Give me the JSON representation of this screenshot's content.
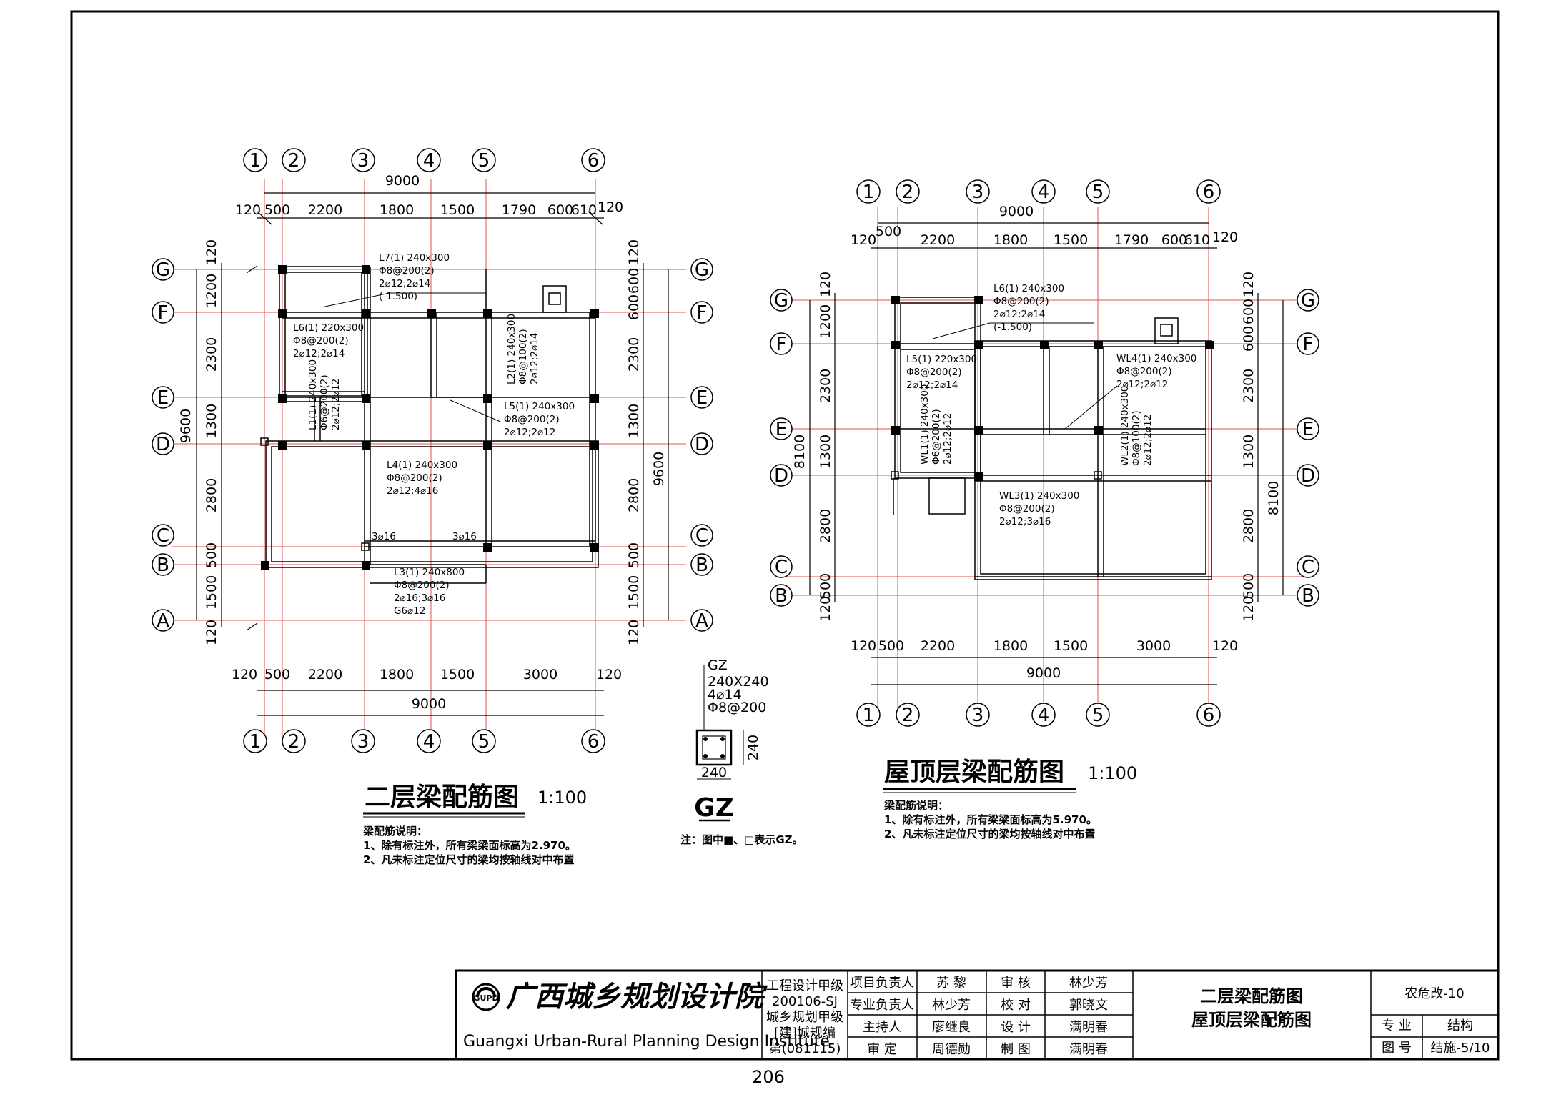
{
  "left_plan": {
    "title": "二层梁配筋图",
    "scale": "1:100",
    "axes_x": [
      "1",
      "2",
      "3",
      "4",
      "5",
      "6"
    ],
    "axes_y": [
      "G",
      "F",
      "E",
      "D",
      "C",
      "B",
      "A"
    ],
    "top_total": "9000",
    "top_dims": [
      "120",
      "500",
      "2200",
      "1800",
      "1500",
      "1790",
      "600",
      "610",
      "120"
    ],
    "bottom_total": "9000",
    "bottom_dims": [
      "120",
      "500",
      "2200",
      "1800",
      "1500",
      "3000",
      "120"
    ],
    "left_dims": [
      "120",
      "1200",
      "2300",
      "1300",
      "2800",
      "500",
      "1500",
      "120"
    ],
    "left_total": "9600",
    "right_dims": [
      "120",
      "600",
      "600",
      "2300",
      "1300",
      "2800",
      "500",
      "1500",
      "120"
    ],
    "right_total": "9600",
    "beam_L7": [
      "L7(1) 240x300",
      "Φ8@200(2)",
      "2⌀12;2⌀14",
      "(-1.500)"
    ],
    "beam_L6": [
      "L6(1) 220x300",
      "Φ8@200(2)",
      "2⌀12;2⌀14"
    ],
    "beam_L1": [
      "L1(1) 240x300",
      "Φ6@200(2)",
      "2⌀12;2⌀12"
    ],
    "beam_L2": [
      "L2(1) 240x300",
      "Φ8@100(2)",
      "2⌀12;2⌀14"
    ],
    "beam_L5": [
      "L5(1) 240x300",
      "Φ8@200(2)",
      "2⌀12;2⌀12"
    ],
    "beam_L4": [
      "L4(1) 240x300",
      "Φ8@200(2)",
      "2⌀12;4⌀16"
    ],
    "beam_L3": [
      "L3(1) 240x800",
      "Φ8@200(2)",
      "2⌀16;3⌀16",
      "G6⌀12"
    ],
    "bar_left": "3⌀16",
    "bar_right": "3⌀16",
    "notes_heading": "梁配筋说明：",
    "notes": [
      "1、除有标注外，所有梁梁面标高为2.970。",
      "2、凡未标注定位尺寸的梁均按轴线对中布置"
    ]
  },
  "gz": {
    "label": "GZ",
    "size": "240X240",
    "main_bar": "4⌀14",
    "stirrup": "Φ8@200",
    "dim_w": "240",
    "dim_h": "240",
    "title": "GZ",
    "legend": "注：图中■、□表示GZ。"
  },
  "right_plan": {
    "title": "屋顶层梁配筋图",
    "scale": "1:100",
    "axes_x": [
      "1",
      "2",
      "3",
      "4",
      "5",
      "6"
    ],
    "axes_y_left": [
      "G",
      "F",
      "E",
      "D",
      "C",
      "B"
    ],
    "axes_y_right": [
      "G",
      "F",
      "E",
      "D",
      "C",
      "B"
    ],
    "top_total": "9000",
    "top_dims": [
      "120",
      "500",
      "2200",
      "1800",
      "1500",
      "1790",
      "600",
      "610",
      "120"
    ],
    "bottom_total": "9000",
    "bottom_dims": [
      "120",
      "500",
      "2200",
      "1800",
      "1500",
      "3000",
      "120"
    ],
    "left_dims": [
      "120",
      "1200",
      "2300",
      "1300",
      "2800",
      "500",
      "120"
    ],
    "left_total": "8100",
    "right_dims": [
      "120",
      "600",
      "600",
      "2300",
      "1300",
      "2800",
      "500",
      "120"
    ],
    "right_total": "8100",
    "beam_L6": [
      "L6(1) 240x300",
      "Φ8@200(2)",
      "2⌀12;2⌀14",
      "(-1.500)"
    ],
    "beam_L5": [
      "L5(1) 220x300",
      "Φ8@200(2)",
      "2⌀12;2⌀14"
    ],
    "beam_WL4": [
      "WL4(1) 240x300",
      "Φ8@200(2)",
      "2⌀12;2⌀12"
    ],
    "beam_WL1": [
      "WL1(1) 240x300",
      "Φ6@200(2)",
      "2⌀12;2⌀12"
    ],
    "beam_WL2": [
      "WL2(1) 240x300",
      "Φ8@100(2)",
      "2⌀12;2⌀12"
    ],
    "beam_WL3": [
      "WL3(1) 240x300",
      "Φ8@200(2)",
      "2⌀12;3⌀16"
    ],
    "notes_heading": "梁配筋说明：",
    "notes": [
      "1、除有标注外，所有梁梁面标高为5.970。",
      "2、凡未标注定位尺寸的梁均按轴线对中布置"
    ]
  },
  "title_block": {
    "institute_cn": "广西城乡规划设计院",
    "institute_en": "Guangxi Urban-Rural Planning Design Institute",
    "logo": "GUPD",
    "qual": [
      "工程设计甲级",
      "200106-SJ",
      "城乡规划甲级",
      "[建]城规编",
      "第(081115)"
    ],
    "roles": [
      [
        "项目负责人",
        "苏  黎"
      ],
      [
        "专业负责人",
        "林少芳"
      ],
      [
        "主持人",
        "廖继良"
      ],
      [
        "审  定",
        "周德勋"
      ]
    ],
    "checks": [
      [
        "审  核",
        "林少芳"
      ],
      [
        "校  对",
        "郭晓文"
      ],
      [
        "设  计",
        "满明春"
      ],
      [
        "制  图",
        "满明春"
      ]
    ],
    "drawing_names": [
      "二层梁配筋图",
      "屋顶层梁配筋图"
    ],
    "project": "农危改-10",
    "discipline_label": "专  业",
    "discipline": "结构",
    "sheet_label": "图  号",
    "sheet_no": "结施-5/10"
  },
  "page_number": "206"
}
